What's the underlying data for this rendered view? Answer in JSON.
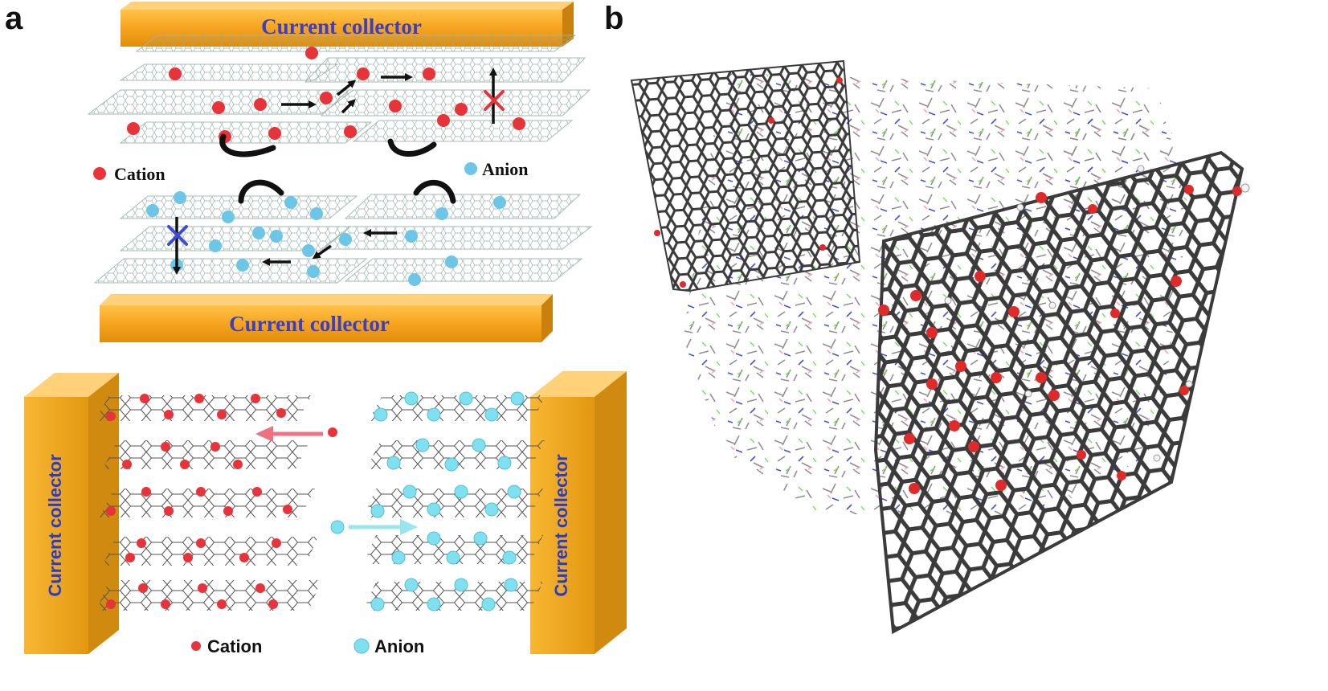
{
  "figure": {
    "panel_a_label": "a",
    "panel_b_label": "b",
    "top_diagram": {
      "collector_top_label": "Current collector",
      "collector_bottom_label": "Current collector",
      "cation_label": "Cation",
      "anion_label": "Anion"
    },
    "bottom_diagram": {
      "collector_left_label": "Current collector",
      "collector_right_label": "Current collector",
      "cation_label": "Cation",
      "anion_label": "Anion"
    }
  },
  "colors": {
    "collector": "#f2a21c",
    "collector_dark": "#c97d0a",
    "cation": "#e8333a",
    "anion": "#6cc6e8",
    "anion_bright": "#7fe0f0",
    "collector_text": "#3b3fc4",
    "sheet": "#b9cbc6",
    "lattice": "#4a4a4a"
  }
}
